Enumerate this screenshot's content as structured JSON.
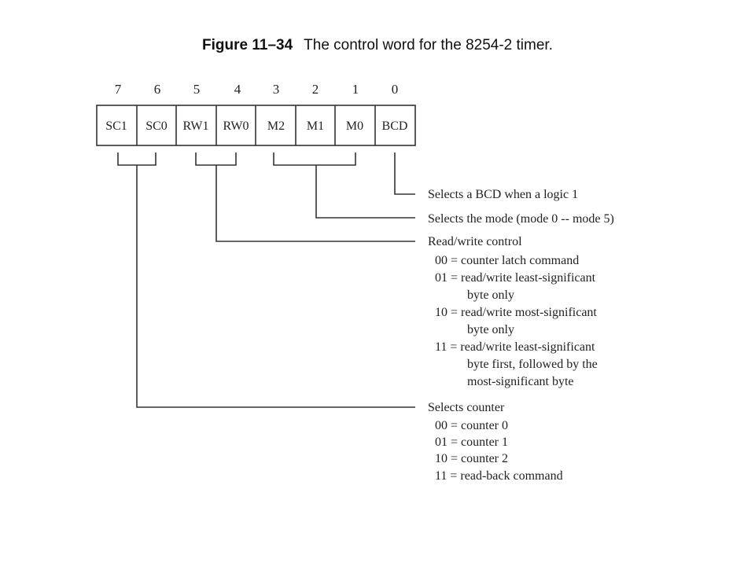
{
  "caption": {
    "figure_number": "Figure 11–34",
    "title": "The control word for the 8254-2 timer."
  },
  "bit_numbers": [
    "7",
    "6",
    "5",
    "4",
    "3",
    "2",
    "1",
    "0"
  ],
  "fields": [
    "SC1",
    "SC0",
    "RW1",
    "RW0",
    "M2",
    "M1",
    "M0",
    "BCD"
  ],
  "descriptions": {
    "bcd": "Selects a BCD when a logic 1",
    "mode": "Selects the mode (mode 0 -- mode 5)",
    "rw": {
      "title": "Read/write control",
      "lines": [
        "00 = counter latch command",
        "01 = read/write least-significant",
        "byte only",
        "10 = read/write most-significant",
        "byte only",
        "11 = read/write least-significant",
        "byte first, followed by the",
        "most-significant byte"
      ]
    },
    "counter": {
      "title": "Selects counter",
      "lines": [
        "00 = counter 0",
        "01 = counter 1",
        "10 = counter 2",
        "11 = read-back command"
      ]
    }
  }
}
